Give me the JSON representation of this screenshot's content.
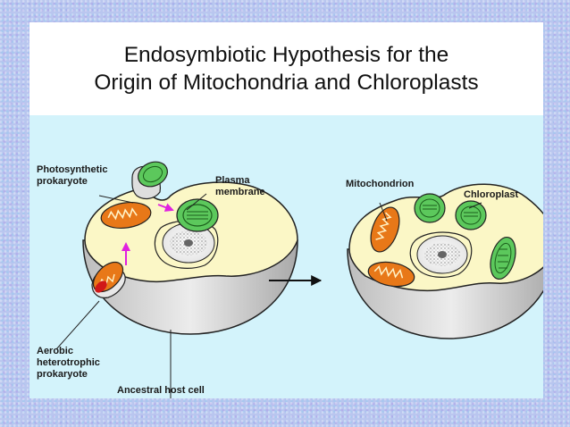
{
  "title": {
    "line1": "Endosymbiotic Hypothesis for the",
    "line2": "Origin of Mitochondria and Chloroplasts"
  },
  "labels": {
    "photosynthetic_line1": "Photosynthetic",
    "photosynthetic_line2": "prokaryote",
    "plasma_line1": "Plasma",
    "plasma_line2": "membrane",
    "aerobic_line1": "Aerobic",
    "aerobic_line2": "heterotrophic",
    "aerobic_line3": "prokaryote",
    "host_cell": "Ancestral host cell",
    "mitochondrion": "Mitochondrion",
    "chloroplast": "Chloroplast"
  },
  "colors": {
    "title_bg": "#ffffff",
    "diagram_bg": "#d3f3fb",
    "cytoplasm": "#fbf7c6",
    "cell_body": "#d0d0d0",
    "mitochondrion": "#e87818",
    "chloroplast": "#5cc85c",
    "entry_arrow": "#e020e0"
  }
}
